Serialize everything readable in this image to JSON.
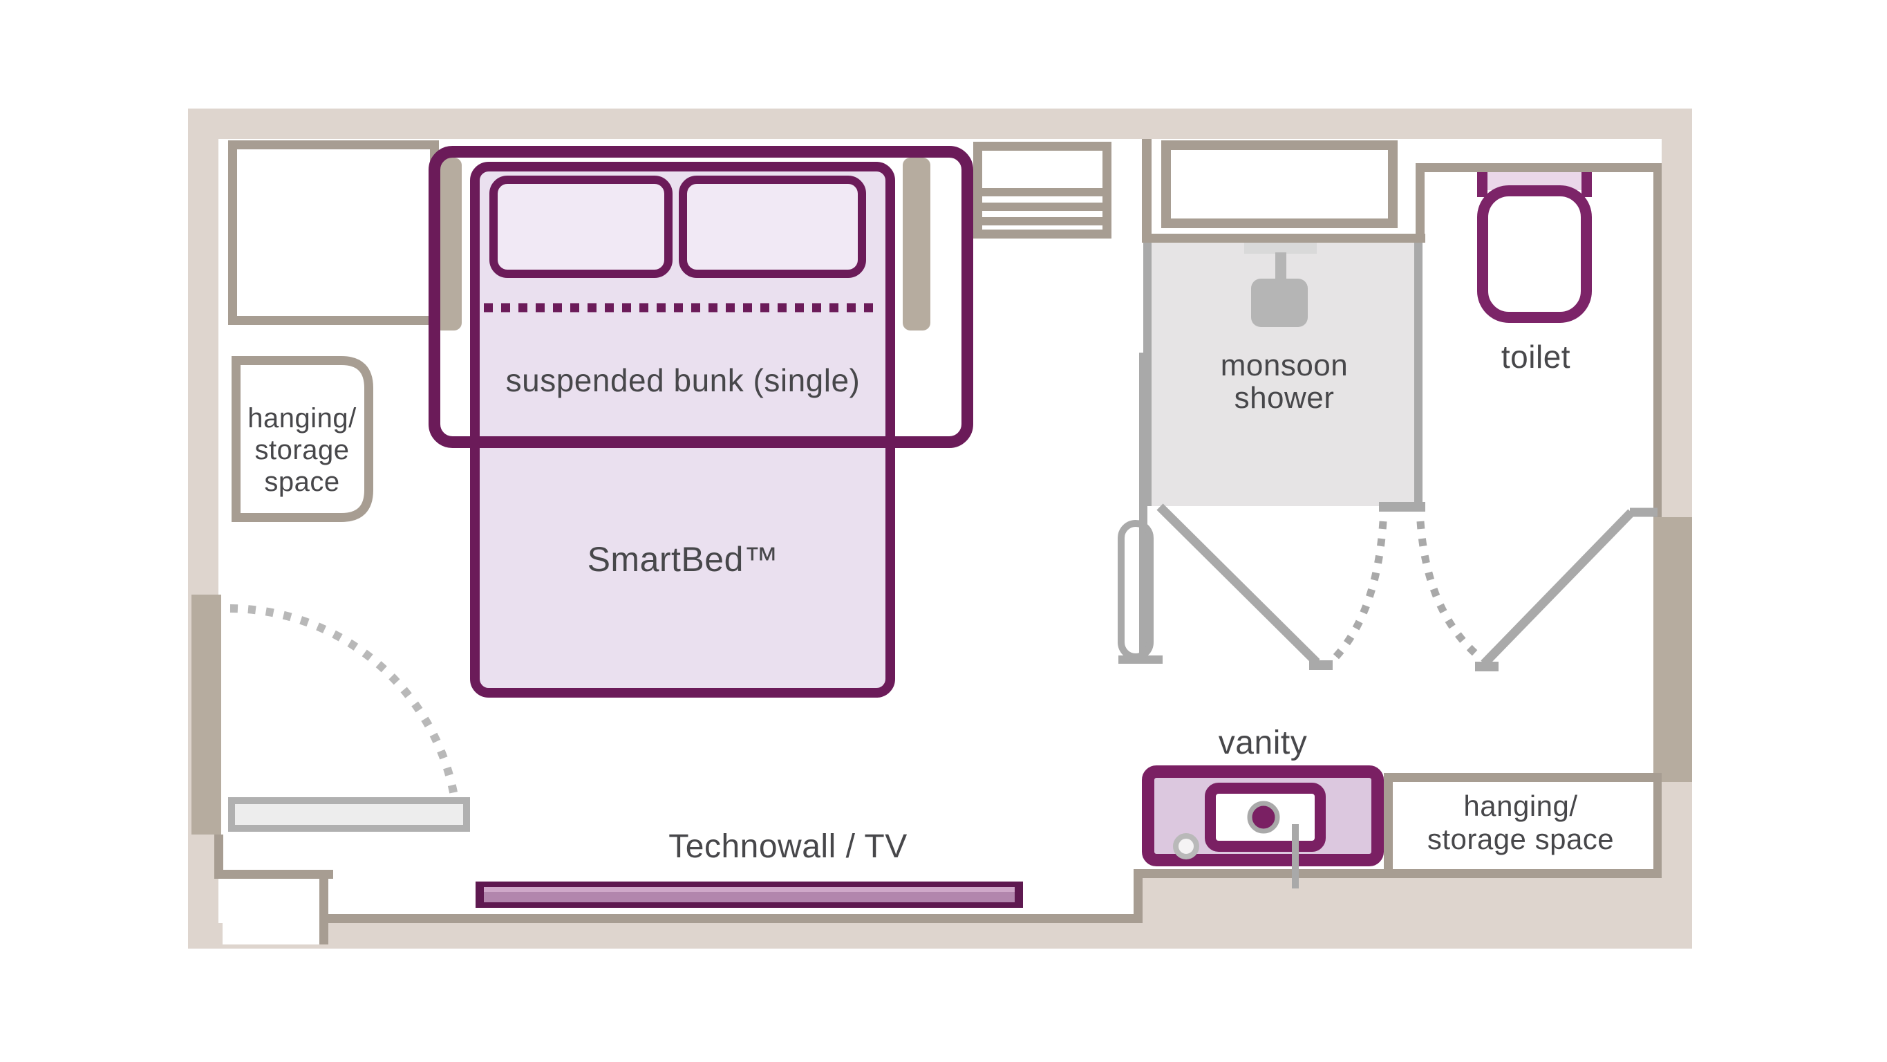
{
  "floor_plan": {
    "type": "hotel-cabin-floor-plan",
    "labels": {
      "suspended_bunk": "suspended bunk (single)",
      "smartbed": "SmartBed™",
      "hanging_storage_left": [
        "hanging/",
        "storage",
        "space"
      ],
      "monsoon_shower": [
        "monsoon",
        "shower"
      ],
      "toilet": "toilet",
      "vanity": "vanity",
      "technowall": "Technowall / TV",
      "hanging_storage_right": [
        "hanging/",
        "storage space"
      ]
    },
    "colors": {
      "wall_outer": "#ded5ce",
      "wall_inner_line": "#a79d92",
      "wall_accent_block": "#b6ac9f",
      "fixture_gray": "#a9a9a9",
      "fixture_gray_light": "#d9d9d9",
      "shower_fill": "#e6e4e5",
      "door_leaf_fill": "#ededed",
      "purple_outline_dark": "#6b1b59",
      "purple_outline": "#7c2468",
      "bed_fill": "#eae0ef",
      "pillow_fill": "#f1e9f5",
      "toilet_tank_fill": "#ead7e9",
      "vanity_fill": "#dcc8df",
      "tv_outer": "#5e1950",
      "tv_inner": "#b286ad",
      "label_text": "#47474a"
    }
  }
}
